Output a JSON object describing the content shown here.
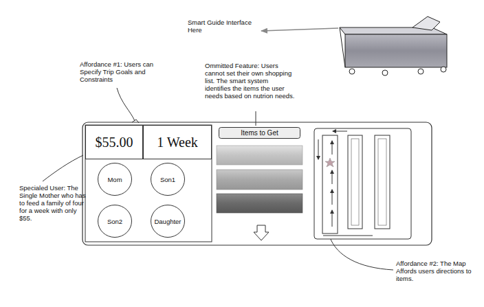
{
  "diagram": {
    "nodes": [
      {
        "text": [
          "$55.00"
        ]
      },
      {
        "text": [
          "1 Week"
        ]
      },
      {
        "text": [
          "Mom"
        ]
      },
      {
        "text": [
          "Son1"
        ]
      },
      {
        "text": [
          "Son2"
        ]
      },
      {
        "text": [
          "Daughter"
        ]
      },
      {
        "text": [
          "Items to Get"
        ]
      }
    ],
    "labels": [
      "Smart Guide Interface Here",
      "Affordance #1: Users can Specify Trip Goals and Constraints",
      "Ommitted Feature: Users cannot set their own shopping list. The smart system identifies the items the user needs based on nutrion needs.",
      "Specialed User: The Single Mother who has to feed a family of four for a week with only $55.",
      "Affordance #2: The Map Affords users directions to items."
    ]
  }
}
